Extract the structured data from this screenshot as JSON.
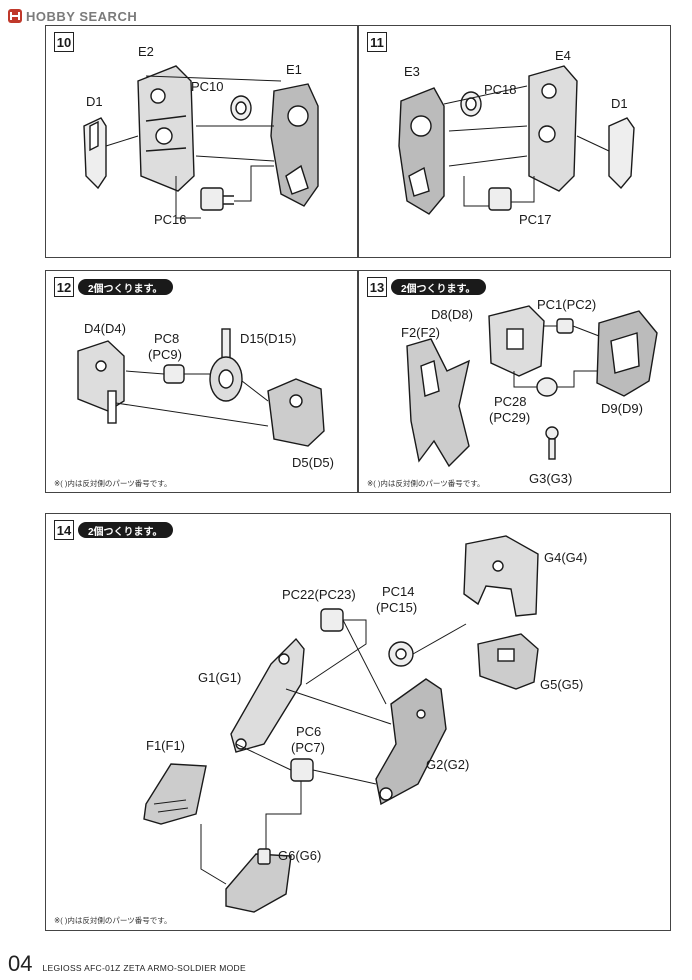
{
  "watermark": {
    "text": "HOBBY SEARCH"
  },
  "steps": [
    {
      "number": "10",
      "parts": [
        "E2",
        "PC10",
        "E1",
        "D1",
        "PC16"
      ]
    },
    {
      "number": "11",
      "parts": [
        "E4",
        "E3",
        "PC18",
        "D1",
        "PC17"
      ]
    },
    {
      "number": "12",
      "badge": "2個つくります。",
      "parts": [
        "D4(D4)",
        "PC8",
        "(PC9)",
        "D15(D15)",
        "D5(D5)"
      ],
      "note": "※(  )内は反対側のパーツ番号です。"
    },
    {
      "number": "13",
      "badge": "2個つくります。",
      "parts": [
        "D8(D8)",
        "PC1(PC2)",
        "F2(F2)",
        "PC28",
        "(PC29)",
        "D9(D9)",
        "G3(G3)"
      ],
      "note": "※(  )内は反対側のパーツ番号です。"
    },
    {
      "number": "14",
      "badge": "2個つくります。",
      "parts": [
        "G4(G4)",
        "PC22(PC23)",
        "PC14",
        "(PC15)",
        "G1(G1)",
        "G5(G5)",
        "F1(F1)",
        "PC6",
        "(PC7)",
        "G2(G2)",
        "G6(G6)"
      ],
      "note": "※(  )内は反対側のパーツ番号です。"
    }
  ],
  "footer": {
    "page_number": "04",
    "title": "LEGIOSS AFC-01Z ZETA ARMO-SOLDIER MODE"
  }
}
